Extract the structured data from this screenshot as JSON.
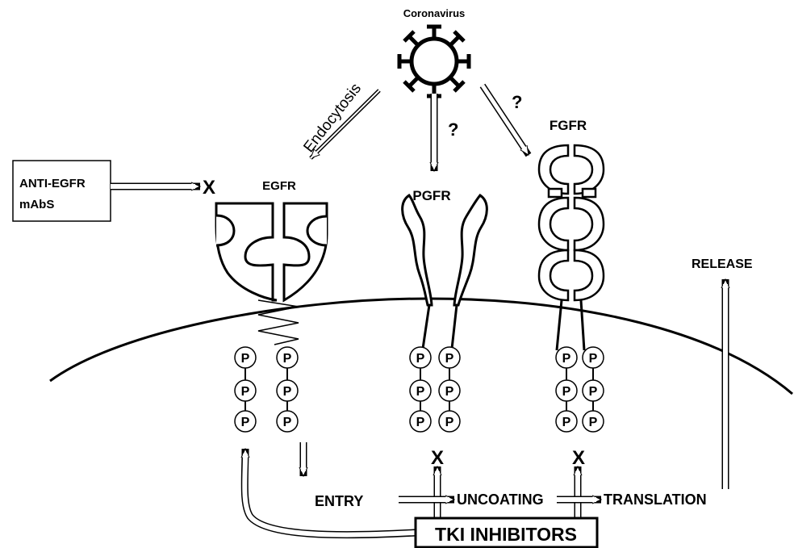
{
  "virus": {
    "label": "Coronavirus"
  },
  "arrows": {
    "endocytosis": "Endocytosis",
    "question": "?"
  },
  "antibody_box": {
    "line1": "ANTI-EGFR",
    "line2": "mAbS"
  },
  "block_mark": "X",
  "receptors": {
    "egfr": "EGFR",
    "pgfr": "PGFR",
    "fgfr": "FGFR"
  },
  "phospho_label": "P",
  "steps": {
    "entry": "ENTRY",
    "uncoating": "UNCOATING",
    "translation": "TRANSLATION",
    "release": "RELEASE"
  },
  "tki_box": {
    "label": "TKI INHIBITORS"
  }
}
